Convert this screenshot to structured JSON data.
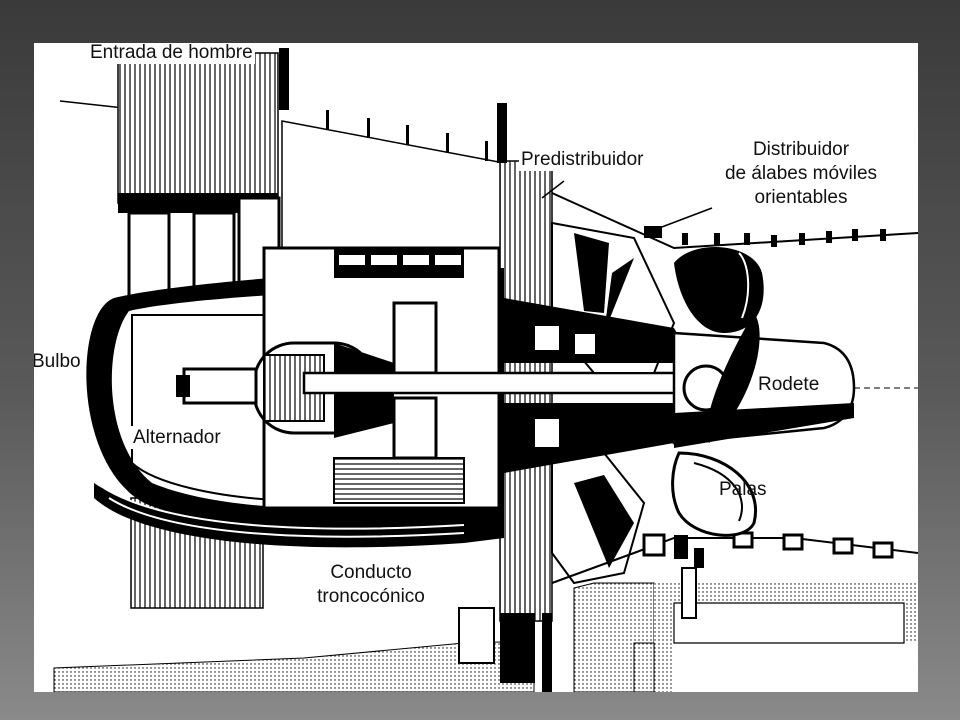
{
  "diagram": {
    "labels": {
      "manhole": "Entrada de hombre",
      "predistributor": "Predistribuidor",
      "distributor": [
        "Distribuidor",
        "de álabes móviles",
        "orientables"
      ],
      "bulb": "Bulbo",
      "alternator": "Alternador",
      "runner": "Rodete",
      "blades": "Palas",
      "draft_tube": [
        "Conducto",
        "troncocónico"
      ]
    }
  },
  "colors": {
    "frame_gradient_top": "#3a3a3a",
    "frame_gradient_bottom": "#8a8a8a",
    "panel": "#ffffff",
    "ink": "#000000"
  }
}
